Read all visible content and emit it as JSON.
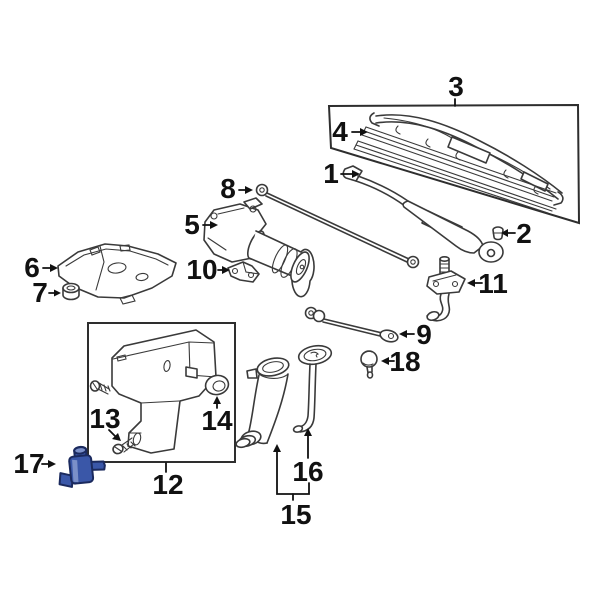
{
  "colors": {
    "background": "#ffffff",
    "line": "#3a3a3a",
    "label": "#111111",
    "highlight_fill": "#3a57a8",
    "highlight_light": "#7b90c9",
    "highlight_outline": "#1b2a5e"
  },
  "highlighted_callout": "17",
  "callouts": [
    {
      "label": "1"
    },
    {
      "label": "2"
    },
    {
      "label": "3"
    },
    {
      "label": "4"
    },
    {
      "label": "5"
    },
    {
      "label": "6"
    },
    {
      "label": "7"
    },
    {
      "label": "8"
    },
    {
      "label": "9"
    },
    {
      "label": "10"
    },
    {
      "label": "11"
    },
    {
      "label": "12"
    },
    {
      "label": "13"
    },
    {
      "label": "14"
    },
    {
      "label": "15"
    },
    {
      "label": "16"
    },
    {
      "label": "17"
    },
    {
      "label": "18"
    }
  ]
}
